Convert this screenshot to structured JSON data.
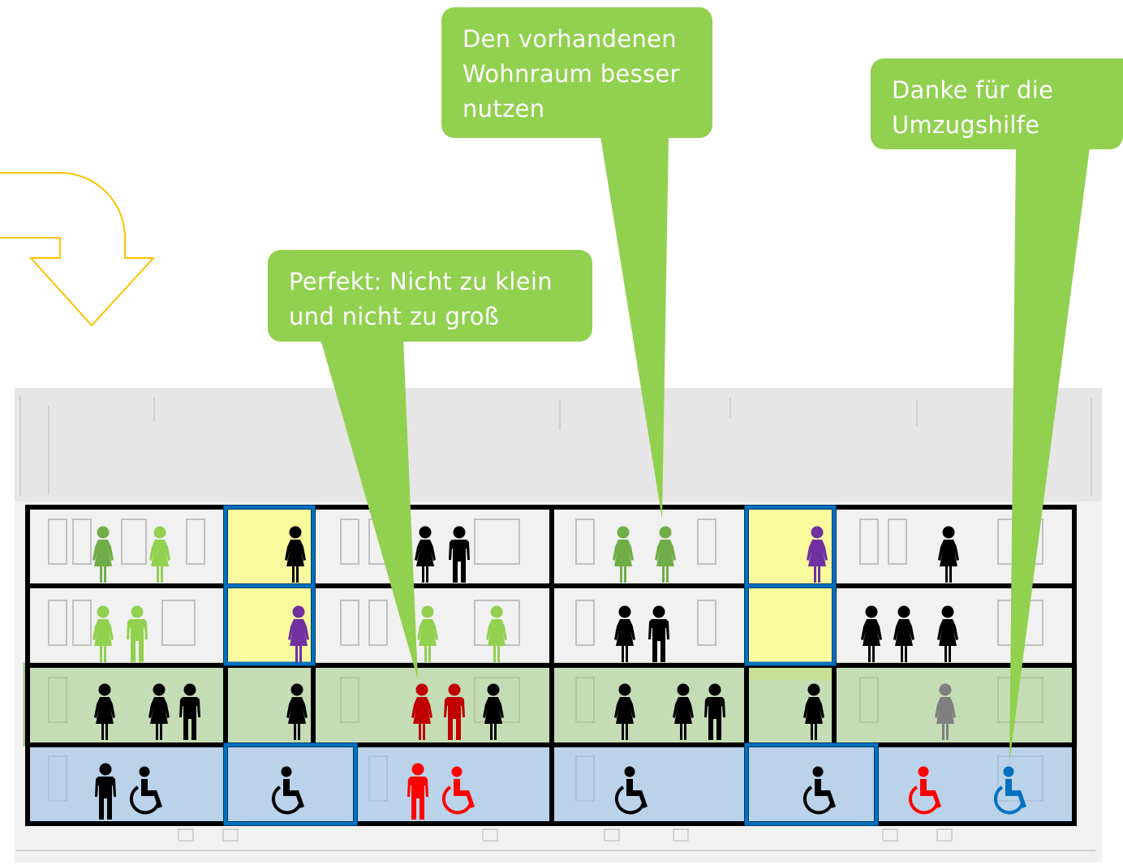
{
  "callouts": {
    "top_center": {
      "lines": [
        "Den vorhandenen",
        "Wohnraum besser",
        "nutzen"
      ]
    },
    "top_right": {
      "lines": [
        "Danke für die",
        "Umzugshilfe"
      ]
    },
    "middle": {
      "lines": [
        "Perfekt: Nicht zu klein",
        "und nicht zu groß"
      ]
    }
  },
  "colors": {
    "callout_green": "#92d050",
    "arrow_orange": "#ffc000",
    "floor_green_band": "#a9d08e",
    "ground_blue": "#9dc3e6",
    "stair_yellow": "#ffff66",
    "frame_blue": "#0070c0",
    "person_black": "#000000",
    "person_green_dark": "#70ad47",
    "person_green_light": "#92d050",
    "person_purple": "#7030a0",
    "person_red": "#ff0000",
    "person_darkred": "#c00000",
    "person_gray": "#7f7f7f",
    "person_blue": "#0070c0"
  },
  "icons": {
    "arrow": "curved-down-arrow-icon",
    "building": "building-sketch",
    "person_female": "woman-icon",
    "person_male": "man-icon",
    "wheelchair": "wheelchair-user-icon"
  }
}
